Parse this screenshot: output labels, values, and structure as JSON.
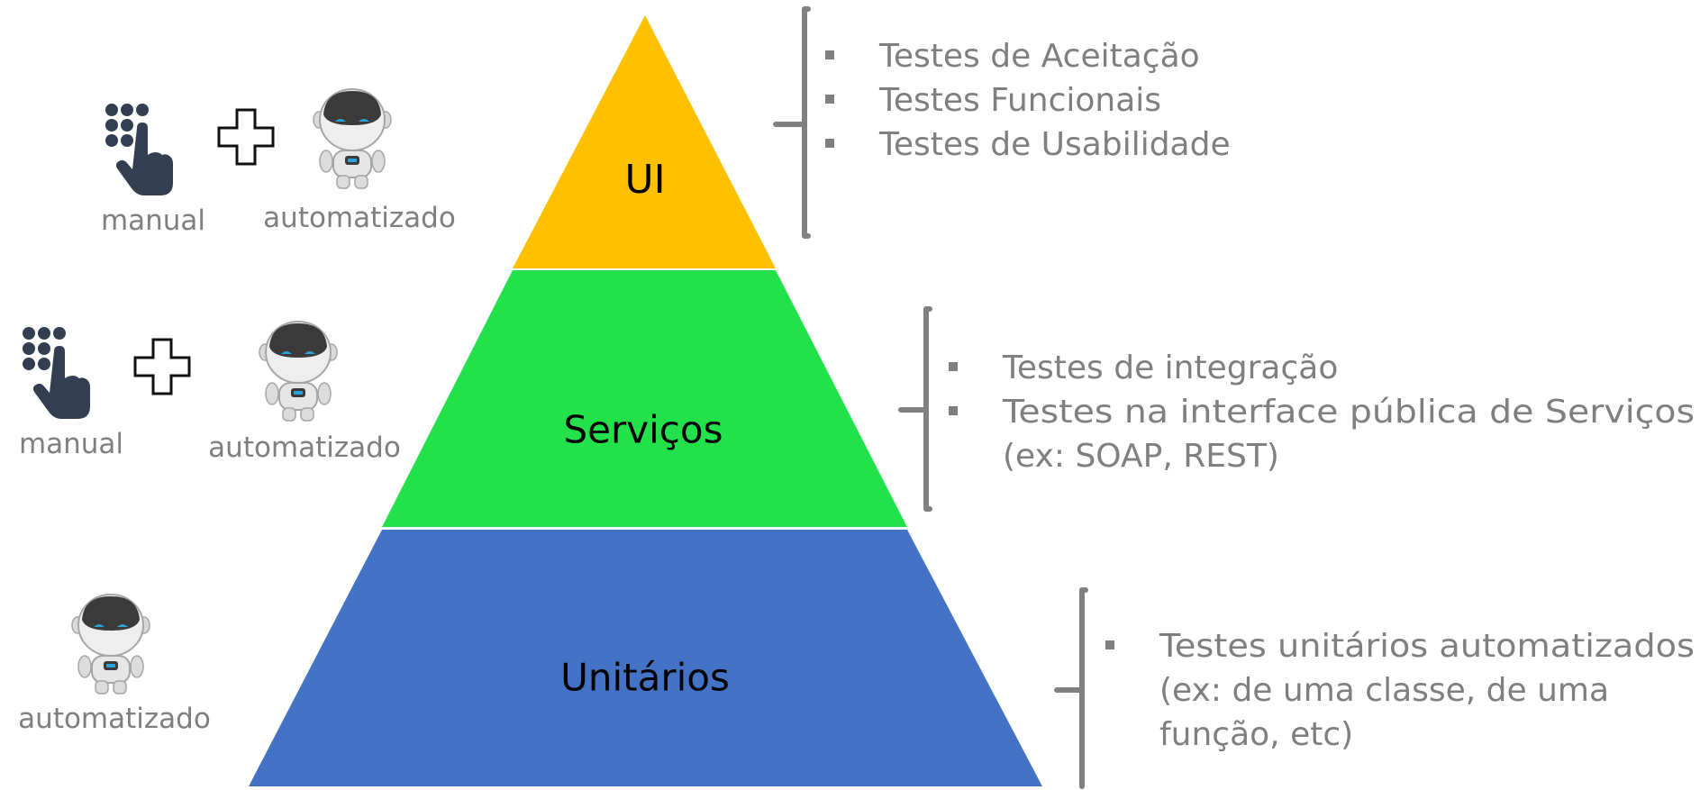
{
  "pyramid": {
    "layers": [
      {
        "id": "ui",
        "label": "UI",
        "color": "#FFC000"
      },
      {
        "id": "servicos",
        "label": "Serviços",
        "color": "#22E14A"
      },
      {
        "id": "unitarios",
        "label": "Unitários",
        "color": "#4472C4"
      }
    ]
  },
  "descriptions": {
    "ui": {
      "bullet_icon": "square-bullet",
      "lines": [
        "Testes de Aceitação",
        "Testes Funcionais",
        "Testes de Usabilidade"
      ]
    },
    "servicos": {
      "bullet_icon": "square-bullet",
      "lines": [
        "Testes de integração",
        "Testes na interface pública de Serviços",
        "(ex: SOAP, REST)"
      ]
    },
    "unitarios": {
      "bullet_icon": "square-bullet",
      "lines": [
        "Testes unitários automatizados",
        "(ex: de uma classe, de uma",
        "função, etc)"
      ]
    }
  },
  "approach": {
    "ui": {
      "manual_caption": "manual",
      "automated_caption": "automatizado",
      "plus_icon": "plus-outline-icon"
    },
    "servicos": {
      "manual_caption": "manual",
      "automated_caption": "automatizado",
      "plus_icon": "plus-outline-icon"
    },
    "unitarios": {
      "automated_caption": "automatizado"
    }
  },
  "icons": {
    "manual": "keypad-hand-icon",
    "automated": "robot-icon"
  },
  "colors": {
    "text_gray": "#7f7f7f",
    "bracket_gray": "#808080",
    "icon_dark": "#333f50"
  }
}
